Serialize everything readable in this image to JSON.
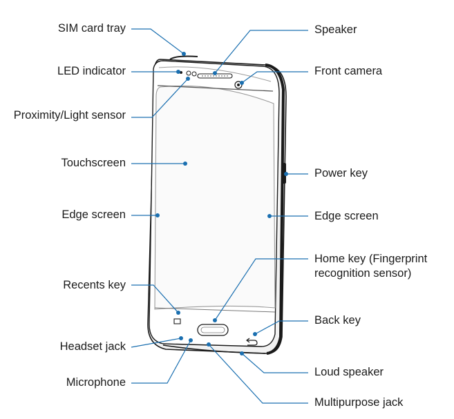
{
  "labels": {
    "sim_card_tray": "SIM card tray",
    "led_indicator": "LED indicator",
    "proximity_light_sensor": "Proximity/Light sensor",
    "touchscreen": "Touchscreen",
    "edge_screen_left": "Edge screen",
    "recents_key": "Recents key",
    "headset_jack": "Headset jack",
    "microphone": "Microphone",
    "speaker": "Speaker",
    "front_camera": "Front camera",
    "power_key": "Power key",
    "edge_screen_right": "Edge screen",
    "home_key_line1": "Home key (Fingerprint",
    "home_key_line2": "recognition sensor)",
    "back_key": "Back key",
    "loud_speaker": "Loud speaker",
    "multipurpose_jack": "Multipurpose jack"
  },
  "colors": {
    "leader": "#1a6fb0",
    "outline": "#1a1a1a",
    "bezel": "#4a4a4a"
  }
}
